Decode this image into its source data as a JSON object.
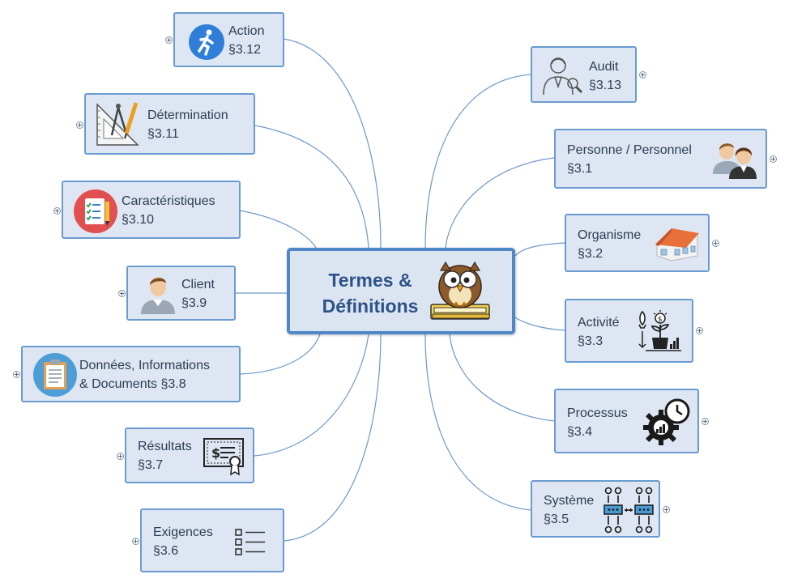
{
  "central": {
    "title": "Termes & Définitions"
  },
  "left_nodes": [
    {
      "id": "action",
      "line1": "Action",
      "line2": "§3.12",
      "icon": "running-person-icon"
    },
    {
      "id": "determination",
      "line1": "Détermination",
      "line2": "§3.11",
      "icon": "drafting-tools-icon"
    },
    {
      "id": "caracteristiques",
      "line1": "Caractéristiques",
      "line2": "§3.10",
      "icon": "checklist-icon"
    },
    {
      "id": "client",
      "line1": "Client",
      "line2": "§3.9",
      "icon": "person-icon"
    },
    {
      "id": "donnees",
      "line1": "Données, Informations",
      "line2": "& Documents §3.8",
      "icon": "clipboard-icon"
    },
    {
      "id": "resultats",
      "line1": "Résultats",
      "line2": "§3.7",
      "icon": "certificate-icon"
    },
    {
      "id": "exigences",
      "line1": "Exigences",
      "line2": "§3.6",
      "icon": "list-icon"
    }
  ],
  "right_nodes": [
    {
      "id": "audit",
      "line1": "Audit",
      "line2": "§3.13",
      "icon": "auditor-icon"
    },
    {
      "id": "personne",
      "line1": "Personne / Personnel",
      "line2": "§3.1",
      "icon": "people-icon"
    },
    {
      "id": "organisme",
      "line1": "Organisme",
      "line2": "§3.2",
      "icon": "house-icon"
    },
    {
      "id": "activite",
      "line1": "Activité",
      "line2": "§3.3",
      "icon": "growth-icon"
    },
    {
      "id": "processus",
      "line1": "Processus",
      "line2": "§3.4",
      "icon": "gear-clock-icon"
    },
    {
      "id": "systeme",
      "line1": "Système",
      "line2": "§3.5",
      "icon": "network-icon"
    }
  ]
}
